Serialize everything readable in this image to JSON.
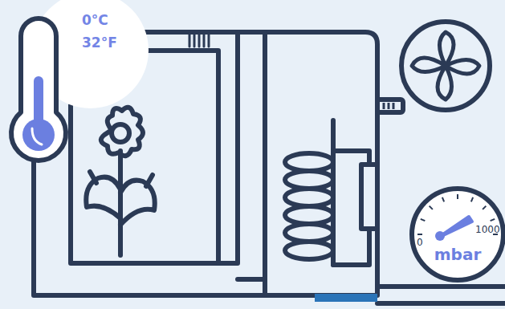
{
  "diagram": {
    "nodes": [
      {
        "text": [
          "0°C",
          "32°F"
        ]
      },
      {
        "text": [
          "0",
          "1000",
          "mbar"
        ]
      }
    ]
  }
}
